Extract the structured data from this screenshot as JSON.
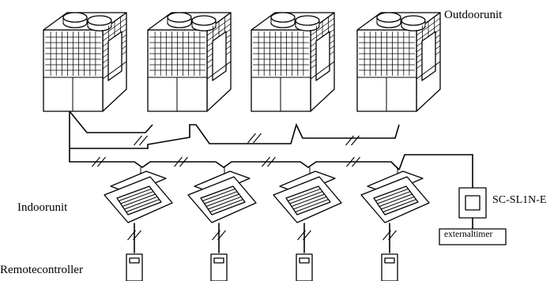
{
  "labels": {
    "outdoor_unit": "Outdoorunit",
    "indoor_unit": "Indoorunit",
    "remote_controller": "Remotecontroller",
    "central_controller": "SC-SL1N-E",
    "external_timer": "externaltimer"
  },
  "counts": {
    "outdoor_units": 4,
    "indoor_units": 4,
    "remote_controllers": 4
  }
}
